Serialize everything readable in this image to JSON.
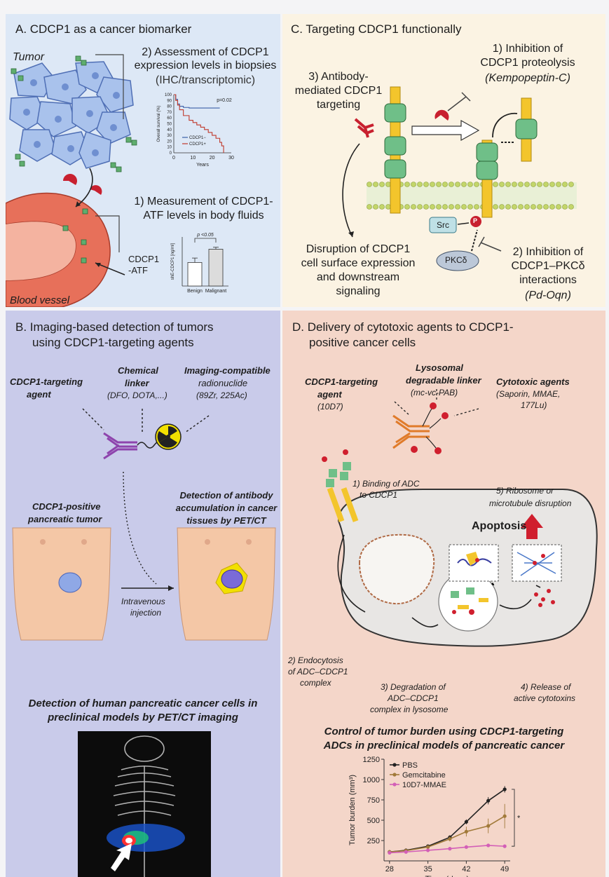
{
  "panelA": {
    "title": "A. CDCP1 as a cancer biomarker",
    "tumor_label": "Tumor",
    "step2_line1": "2) Assessment of CDCP1",
    "step2_line2": "expression levels in biopsies",
    "step2_line3": "(IHC/transcriptomic)",
    "step1_line1": "1) Measurement of CDCP1-",
    "step1_line2": "ATF levels in body fluids",
    "atf_line1": "CDCP1",
    "atf_line2": "-ATF",
    "vessel_label": "Blood vessel"
  },
  "panelB": {
    "title_line1": "B. Imaging-based detection of tumors",
    "title_line2": "using CDCP1-targeting agents",
    "agent_line1": "CDCP1-targeting",
    "agent_line2": "agent",
    "linker_line1": "Chemical",
    "linker_line2": "linker",
    "linker_line3": "(DFO, DOTA,...)",
    "radio_line1": "Imaging-compatible",
    "radio_line2": "radionuclide",
    "radio_line3": "(89Zr, 225Ac)",
    "tumor_line1": "CDCP1-positive",
    "tumor_line2": "pancreatic tumor",
    "detect_line1": "Detection of antibody",
    "detect_line2": "accumulation in cancer",
    "detect_line3": "tissues by PET/CT",
    "iv_line1": "Intravenous",
    "iv_line2": "injection",
    "pet_line1": "Detection of human pancreatic cancer cells in",
    "pet_line2": "preclinical models by PET/CT imaging"
  },
  "panelC": {
    "title": "C. Targeting CDCP1 functionally",
    "inh1_line1": "1) Inhibition of",
    "inh1_line2": "CDCP1 proteolysis",
    "inh1_line3": "(Kempopeptin-C)",
    "ab_line1": "3) Antibody-",
    "ab_line2": "mediated CDCP1",
    "ab_line3": "targeting",
    "src": "Src",
    "p": "P",
    "pkc": "PKCδ",
    "disrupt_line1": "Disruption of CDCP1",
    "disrupt_line2": "cell surface expression",
    "disrupt_line3": "and downstream",
    "disrupt_line4": "signaling",
    "inh2_line1": "2) Inhibition of",
    "inh2_line2": "CDCP1–PKCδ",
    "inh2_line3": "interactions",
    "inh2_line4": "(Pd-Oqn)"
  },
  "panelD": {
    "title_line1": "D. Delivery of cytotoxic agents to CDCP1-",
    "title_line2": "positive cancer cells",
    "agent_line1": "CDCP1-targeting",
    "agent_line2": "agent",
    "agent_line3": "(10D7)",
    "lyso_line1": "Lysosomal",
    "lyso_line2": "degradable linker",
    "lyso_line3": "(mc-vc-PAB)",
    "cyto_line1": "Cytotoxic agents",
    "cyto_line2": "(Saporin, MMAE,",
    "cyto_line3": "177Lu)",
    "bind_line1": "1) Binding of ADC",
    "bind_line2": "to CDCP1",
    "ribo_line1": "5) Ribosome or",
    "ribo_line2": "microtubule disruption",
    "apoptosis": "Apoptosis",
    "endo_line1": "2) Endocytosis",
    "endo_line2": "of ADC–CDCP1",
    "endo_line3": "complex",
    "degr_line1": "3) Degradation of",
    "degr_line2": "ADC–CDCP1",
    "degr_line3": "complex in lysosome",
    "release_line1": "4) Release of",
    "release_line2": "active cytotoxins",
    "control_line1": "Control of tumor burden using CDCP1-targeting",
    "control_line2": "ADCs in preclinical models of pancreatic cancer"
  },
  "chart_data": [
    {
      "type": "line",
      "ylabel": "Overall survival (%)",
      "xlabel": "Years",
      "annotation": "p=0.02",
      "xlim": [
        0,
        30
      ],
      "ylim": [
        0,
        100
      ],
      "xticks": [
        "0",
        "10",
        "20",
        "30"
      ],
      "yticks": [
        "0",
        "10",
        "20",
        "30",
        "40",
        "50",
        "60",
        "70",
        "80",
        "90",
        "100"
      ],
      "series": [
        {
          "name": "CDCP1−",
          "color": "#3b5fa8",
          "x": [
            0,
            1,
            2,
            3,
            5,
            8,
            12,
            16,
            20,
            24
          ],
          "y": [
            100,
            92,
            84,
            80,
            78,
            77,
            77,
            77,
            77,
            77
          ]
        },
        {
          "name": "CDCP1+",
          "color": "#c0392b",
          "x": [
            0,
            1,
            2,
            3,
            5,
            8,
            10,
            12,
            14,
            16,
            18,
            20,
            22,
            24,
            25,
            26
          ],
          "y": [
            100,
            90,
            82,
            74,
            64,
            56,
            52,
            48,
            44,
            40,
            35,
            30,
            25,
            18,
            12,
            0
          ]
        }
      ]
    },
    {
      "type": "bar",
      "ylabel": "shE-CDCP1 [ng/ml]",
      "annotation": "p <0.05",
      "categories": [
        "Benign",
        "Malignant"
      ],
      "values": [
        4.8,
        7.5
      ],
      "errors": [
        0.9,
        0.4
      ],
      "ylim": [
        0,
        10
      ]
    },
    {
      "type": "line",
      "ylabel": "Tumor burden (mm³)",
      "xlabel": "Time (days)",
      "annotation": "*",
      "xlim": [
        27,
        50
      ],
      "ylim": [
        0,
        1250
      ],
      "xticks": [
        "28",
        "35",
        "42",
        "49"
      ],
      "yticks": [
        "250",
        "500",
        "750",
        "1000",
        "1250"
      ],
      "series": [
        {
          "name": "PBS",
          "color": "#222222",
          "x": [
            28,
            31,
            35,
            39,
            42,
            46,
            49
          ],
          "y": [
            110,
            130,
            180,
            290,
            480,
            740,
            880
          ],
          "err": [
            10,
            12,
            15,
            25,
            30,
            45,
            40
          ]
        },
        {
          "name": "Gemcitabine",
          "color": "#a17a3a",
          "x": [
            28,
            31,
            35,
            39,
            42,
            46,
            49
          ],
          "y": [
            110,
            125,
            170,
            270,
            360,
            430,
            550
          ],
          "err": [
            10,
            12,
            15,
            30,
            60,
            90,
            150
          ]
        },
        {
          "name": "10D7-MMAE",
          "color": "#d35fb7",
          "x": [
            28,
            31,
            35,
            39,
            42,
            46,
            49
          ],
          "y": [
            100,
            110,
            130,
            150,
            170,
            190,
            180
          ],
          "err": [
            8,
            10,
            12,
            15,
            18,
            22,
            20
          ]
        }
      ]
    }
  ]
}
